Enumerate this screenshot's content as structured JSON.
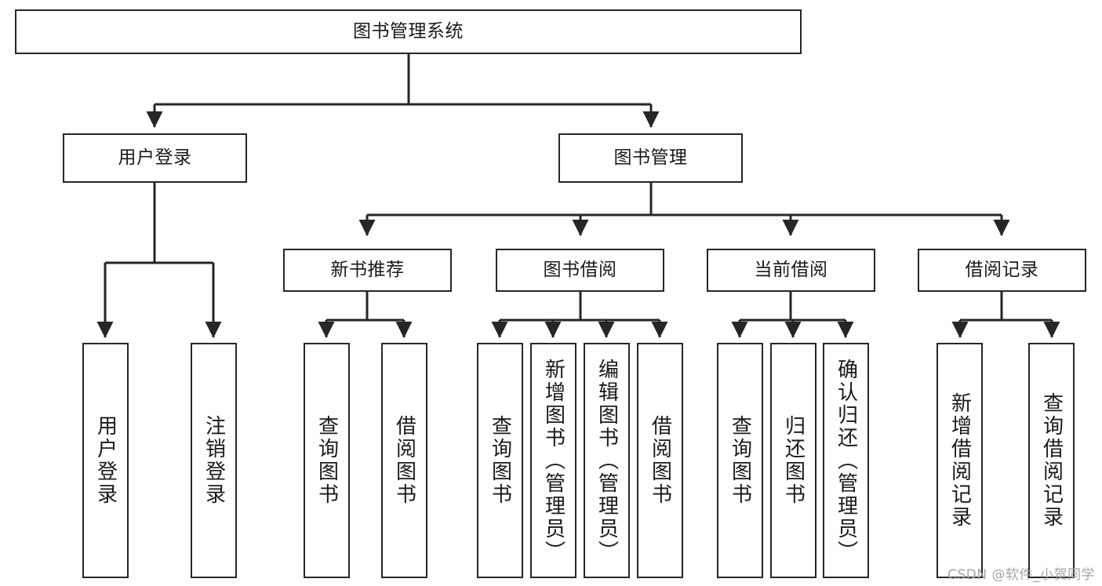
{
  "diagram": {
    "type": "tree",
    "title": "图书管理系统",
    "orientation": "top-down",
    "stroke_color": "#262626",
    "background_color": "#ffffff",
    "watermark": "CSDN @软件_小贺同学",
    "levels": [
      {
        "level": 0,
        "nodes": [
          {
            "id": "root",
            "label": "图书管理系统",
            "text_mode": "horizontal"
          }
        ]
      },
      {
        "level": 1,
        "nodes": [
          {
            "id": "login",
            "label": "用户登录",
            "parent": "root",
            "text_mode": "horizontal"
          },
          {
            "id": "book_mgmt",
            "label": "图书管理",
            "parent": "root",
            "text_mode": "horizontal"
          }
        ]
      },
      {
        "level": 2,
        "nodes": [
          {
            "id": "new_book_rec",
            "label": "新书推荐",
            "parent": "book_mgmt",
            "text_mode": "horizontal"
          },
          {
            "id": "borrow",
            "label": "图书借阅",
            "parent": "book_mgmt",
            "text_mode": "horizontal"
          },
          {
            "id": "current_borrow",
            "label": "当前借阅",
            "parent": "book_mgmt",
            "text_mode": "horizontal"
          },
          {
            "id": "borrow_record",
            "label": "借阅记录",
            "parent": "book_mgmt",
            "text_mode": "horizontal"
          }
        ]
      },
      {
        "level": 3,
        "nodes": [
          {
            "id": "leaf_1",
            "label": "用户登录",
            "parent": "login",
            "text_mode": "vertical"
          },
          {
            "id": "leaf_2",
            "label": "注销登录",
            "parent": "login",
            "text_mode": "vertical"
          },
          {
            "id": "leaf_3",
            "label": "查询图书",
            "parent": "new_book_rec",
            "text_mode": "vertical"
          },
          {
            "id": "leaf_4",
            "label": "借阅图书",
            "parent": "new_book_rec",
            "text_mode": "vertical"
          },
          {
            "id": "leaf_5",
            "label": "查询图书",
            "parent": "borrow",
            "text_mode": "vertical"
          },
          {
            "id": "leaf_6",
            "label": "新增图书（管理员）",
            "parent": "borrow",
            "text_mode": "vertical"
          },
          {
            "id": "leaf_7",
            "label": "编辑图书（管理员）",
            "parent": "borrow",
            "text_mode": "vertical"
          },
          {
            "id": "leaf_8",
            "label": "借阅图书",
            "parent": "borrow",
            "text_mode": "vertical"
          },
          {
            "id": "leaf_9",
            "label": "查询图书",
            "parent": "current_borrow",
            "text_mode": "vertical"
          },
          {
            "id": "leaf_10",
            "label": "归还图书",
            "parent": "current_borrow",
            "text_mode": "vertical"
          },
          {
            "id": "leaf_11",
            "label": "确认归还（管理员）",
            "parent": "current_borrow",
            "text_mode": "vertical"
          },
          {
            "id": "leaf_12",
            "label": "新增借阅记录",
            "parent": "borrow_record",
            "text_mode": "vertical"
          },
          {
            "id": "leaf_13",
            "label": "查询借阅记录",
            "parent": "borrow_record",
            "text_mode": "vertical"
          }
        ]
      }
    ]
  }
}
